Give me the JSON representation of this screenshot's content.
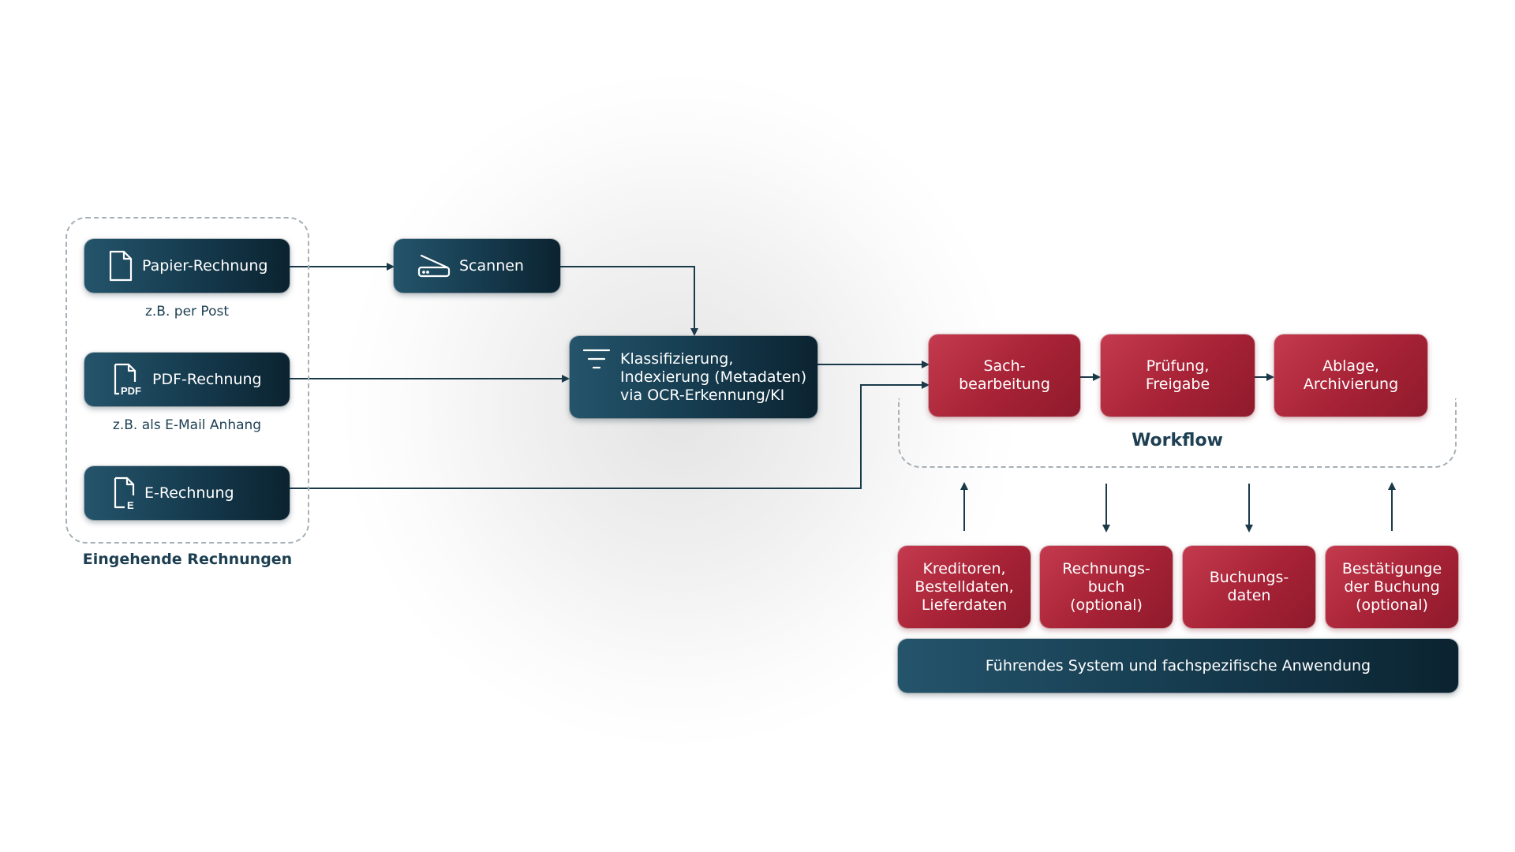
{
  "colors": {
    "dark_box": "#153a4d",
    "red_box": "#a72236",
    "connector": "#1a3a4a",
    "frame": "#a7b0b6",
    "caption_text": "#1d3f52"
  },
  "incoming": {
    "title": "Eingehende Rechnungen",
    "items": [
      {
        "label": "Papier-Rechnung",
        "caption": "z.B. per Post",
        "icon": "document-icon"
      },
      {
        "label": "PDF-Rechnung",
        "caption": "z.B. als E-Mail Anhang",
        "icon": "pdf-file-icon"
      },
      {
        "label": "E-Rechnung",
        "caption": "",
        "icon": "e-file-icon"
      }
    ]
  },
  "scan": {
    "label": "Scannen",
    "icon": "scanner-icon"
  },
  "classify": {
    "lines": [
      "Klassifizierung,",
      "Indexierung (Metadaten)",
      "via OCR-Erkennung/KI"
    ],
    "icon": "filter-icon"
  },
  "workflow": {
    "title": "Workflow",
    "steps": [
      {
        "lines": [
          "Sach-",
          "bearbeitung"
        ]
      },
      {
        "lines": [
          "Prüfung,",
          "Freigabe"
        ]
      },
      {
        "lines": [
          "Ablage,",
          "Archivierung"
        ]
      }
    ]
  },
  "data_sources": [
    {
      "lines": [
        "Kreditoren,",
        "Bestelldaten,",
        "Lieferdaten"
      ],
      "arrow": "up"
    },
    {
      "lines": [
        "Rechnungs-",
        "buch",
        "(optional)"
      ],
      "arrow": "down"
    },
    {
      "lines": [
        "Buchungs-",
        "daten"
      ],
      "arrow": "down"
    },
    {
      "lines": [
        "Bestätigunge",
        "der Buchung",
        "(optional)"
      ],
      "arrow": "up"
    }
  ],
  "system_bar": {
    "label": "Führendes System und fachspezifische Anwendung"
  }
}
